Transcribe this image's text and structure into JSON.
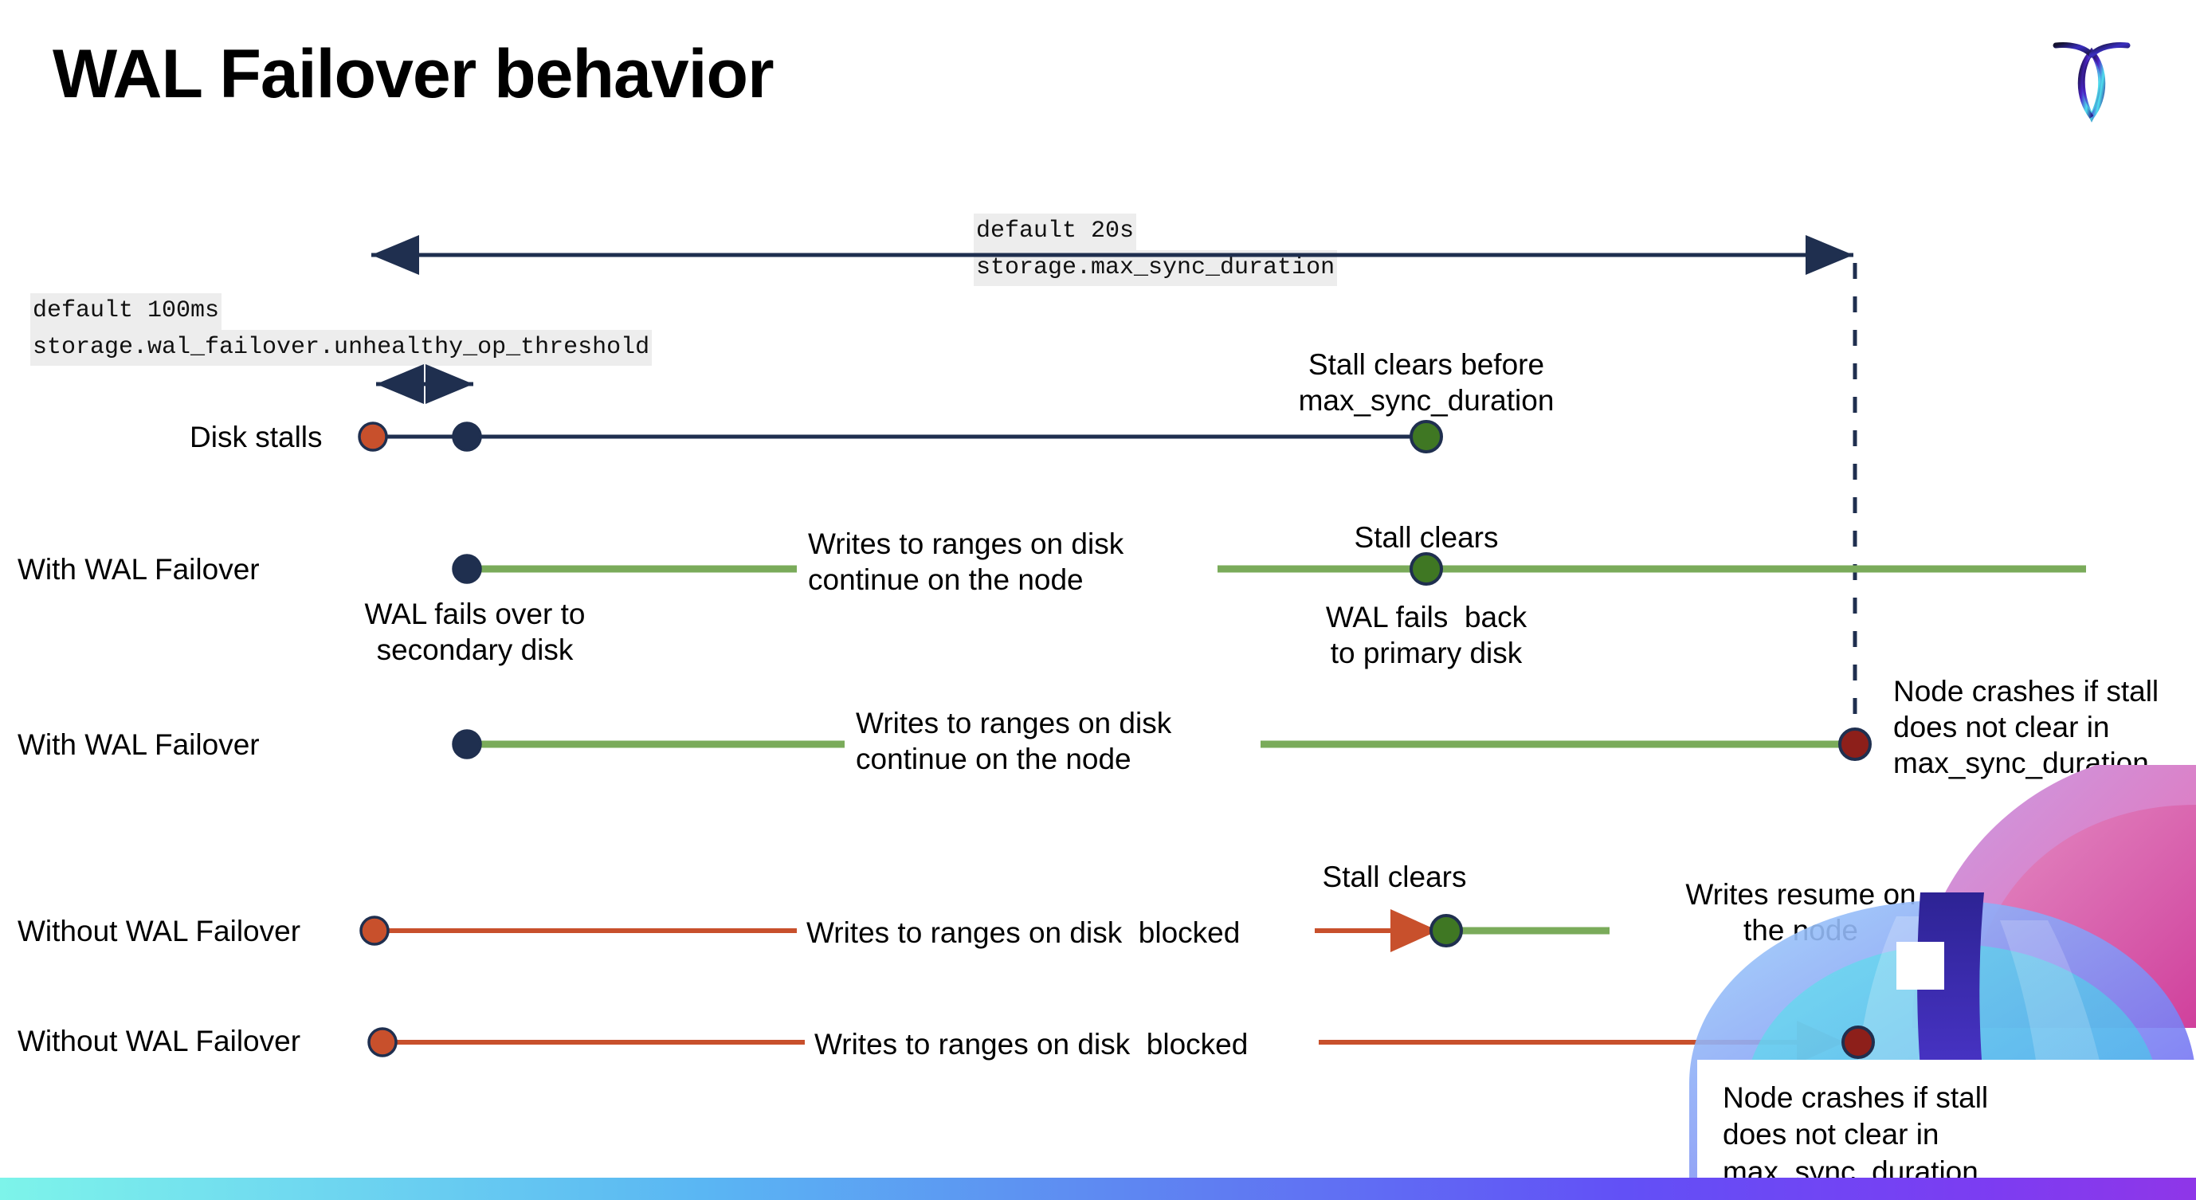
{
  "slide": {
    "title": "WAL Failover behavior",
    "logo_name": "cockroachdb-logo"
  },
  "annotations": {
    "max_sync": {
      "line1": "default 20s",
      "line2": "storage.max_sync_duration"
    },
    "unhealthy": {
      "line1": "default 100ms",
      "line2": "storage.wal_failover.unhealthy_op_threshold"
    }
  },
  "rows": [
    {
      "label": "Disk stalls"
    },
    {
      "label": "With WAL Failover"
    },
    {
      "label": "With WAL Failover"
    },
    {
      "label": "Without WAL Failover"
    },
    {
      "label": "Without WAL Failover"
    }
  ],
  "callouts": {
    "stall_clears_before": "Stall clears before\nmax_sync_duration",
    "writes_continue_1": "Writes to ranges on disk\ncontinue on the node",
    "stall_clears_2": "Stall clears",
    "wal_fails_over": "WAL fails over to\nsecondary disk",
    "wal_fails_back": "WAL fails  back\nto primary disk",
    "writes_continue_2": "Writes to ranges on disk\ncontinue on the node",
    "node_crashes_1": "Node crashes if stall\ndoes not clear in\nmax_sync_duration",
    "stall_clears_3": "Stall clears",
    "writes_blocked_1": "Writes to ranges on disk  blocked",
    "writes_resume": "Writes resume on\nthe node",
    "writes_blocked_2": "Writes to ranges on disk  blocked",
    "node_crashes_2": "Node crashes if stall\ndoes not clear in\nmax_sync_duration"
  },
  "colors": {
    "navy": "#1f2f4f",
    "green_line": "#7aab5a",
    "green_dot": "#3f7723",
    "orange": "#c8502c",
    "dark_red": "#8d1f1a",
    "code_bg": "#ededed",
    "text": "#000000"
  }
}
